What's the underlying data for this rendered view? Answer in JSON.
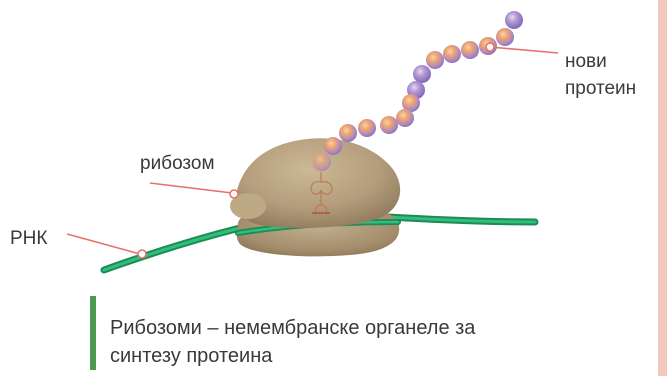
{
  "labels": {
    "protein_line1": "нови",
    "protein_line2": "протеин",
    "ribosome": "рибозом",
    "rna": "РНК"
  },
  "caption": {
    "line1": "Рибозоми – немембранске органеле за",
    "line2": "синтезу протеина"
  },
  "colors": {
    "leader": "#e8706a",
    "rna_strand": "#2aa86a",
    "ribosome": "#b39d7c",
    "bead_orange": "#f0a86a",
    "bead_purple": "#9a86c8",
    "caption_bar": "#4e9a52",
    "right_rule": "#f3c9bf"
  }
}
